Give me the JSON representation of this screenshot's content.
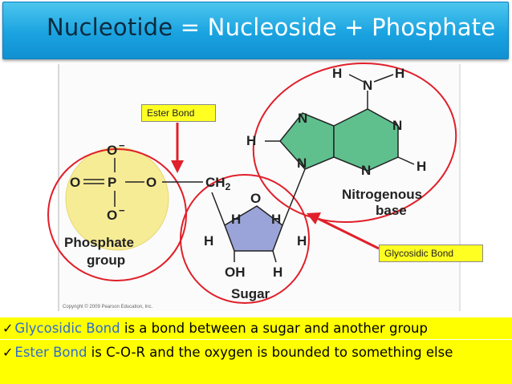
{
  "title": {
    "word1": "Nucleotide",
    "rest": " = Nucleoside + Phosphate"
  },
  "labels": {
    "ester_bond": "Ester Bond",
    "glycosidic_bond": "Glycosidic  Bond"
  },
  "phosphate": {
    "o_top": "O",
    "o_left": "O",
    "p": "P",
    "o_right": "O",
    "o_bottom": "O",
    "minus": "−",
    "caption_line1": "Phosphate",
    "caption_line2": "group"
  },
  "sugar": {
    "ch2": "CH",
    "ch2_sub": "2",
    "ring_o": "O",
    "h_inner_left": "H",
    "h_inner_right": "H",
    "h_outer_left": "H",
    "h_outer_right": "H",
    "oh": "OH",
    "h_bottom": "H",
    "caption": "Sugar"
  },
  "base": {
    "h_top_left": "H",
    "n_amine": "N",
    "h_top_right": "H",
    "n_top": "N",
    "n_right": "N",
    "h_left": "H",
    "n_bottom_left": "N",
    "n_bottom_right": "N",
    "h_right": "H",
    "caption_line1": "Nitrogenous",
    "caption_line2": "base"
  },
  "copyright": "Copyright © 2009 Pearson Education, Inc.",
  "definitions": [
    {
      "check": "✓",
      "term": "Glycosidic  Bond",
      "text": " is a bond between a sugar and another group"
    },
    {
      "check": "✓",
      "term": "Ester Bond",
      "text": " is  C-O-R  and  the oxygen is bounded to something else"
    }
  ],
  "colors": {
    "title_bg": "#1aa3e0",
    "title_dark": "#0b2a3e",
    "highlight": "#ffff00",
    "term_blue": "#2f6cd0",
    "circle_red": "#e0202a",
    "phosphate_fill": "#f7ec96",
    "sugar_fill": "#9aa4d8",
    "base_fill": "#5fc08e"
  }
}
